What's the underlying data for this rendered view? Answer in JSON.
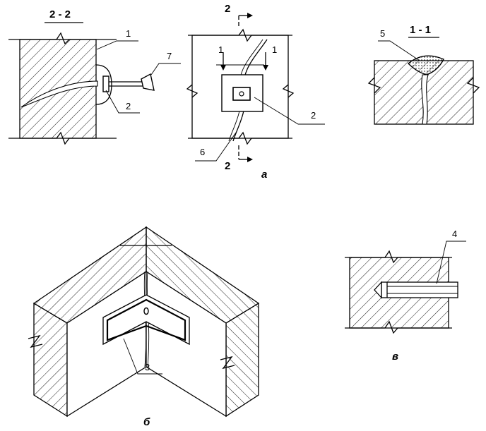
{
  "sections": {
    "s22": "2 - 2",
    "s11": "1 - 1"
  },
  "callouts": {
    "c1": "1",
    "c2a": "2",
    "c2b": "2",
    "c3": "3",
    "c4": "4",
    "c5": "5",
    "c6": "6",
    "c7": "7"
  },
  "cut_marks": {
    "top2": "2",
    "bottom2": "2",
    "left1": "1",
    "right1": "1"
  },
  "captions": {
    "a": "а",
    "b": "б",
    "v": "в"
  }
}
